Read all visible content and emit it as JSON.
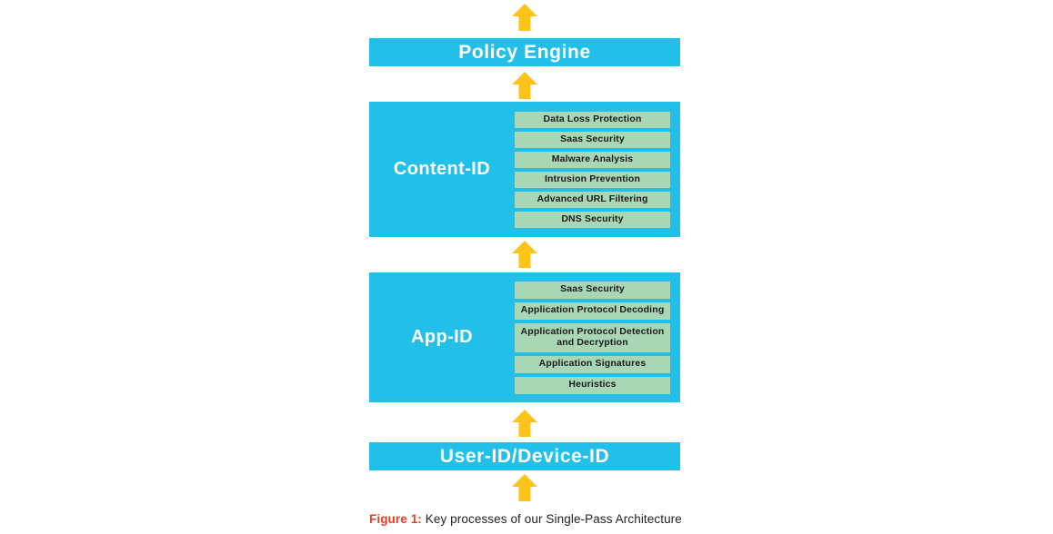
{
  "figure": {
    "background_color": "#ffffff",
    "accent_blue": "#22c0e8",
    "accent_green": "#a9d6b5",
    "accent_yellow": "#fcc419",
    "caption_label": "Figure 1:",
    "caption_text": " Key processes of our Single-Pass Architecture",
    "caption_label_color": "#ef3b24",
    "caption_text_color": "#231f20"
  },
  "stack": {
    "policy_engine": {
      "label": "Policy Engine"
    },
    "content_id": {
      "label": "Content-ID",
      "rows": [
        {
          "label": "Data Loss Protection"
        },
        {
          "label": "Saas Security"
        },
        {
          "label": "Malware Analysis"
        },
        {
          "label": "Intrusion Prevention"
        },
        {
          "label": "Advanced URL Filtering"
        },
        {
          "label": "DNS Security"
        }
      ]
    },
    "app_id": {
      "label": "App-ID",
      "rows": [
        {
          "label": "Saas Security"
        },
        {
          "label": "Application Protocol Decoding"
        },
        {
          "label": "Application Protocol Detection and Decryption"
        },
        {
          "label": "Application Signatures"
        },
        {
          "label": "Heuristics"
        }
      ]
    },
    "user_device_id": {
      "label": "User-ID/Device-ID"
    }
  },
  "arrows": {
    "icon_name": "arrow-up-icon",
    "color": "#fcc419",
    "count": 5,
    "direction": "up"
  }
}
